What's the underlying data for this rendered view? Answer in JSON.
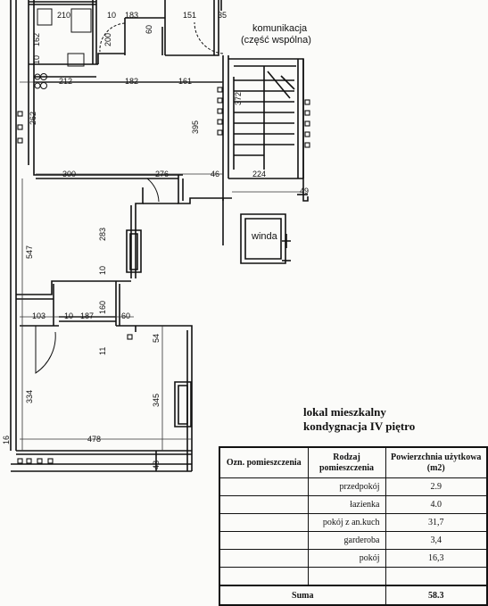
{
  "plan": {
    "labels": {
      "komunikacja": "komunikacja",
      "czesc_wspolna": "(część wspólna)",
      "winda": "winda"
    },
    "dimensions": {
      "d210": "210",
      "d10a": "10",
      "d183": "183",
      "d151": "151",
      "d35": "35",
      "d200": "200",
      "d60a": "60",
      "d162": "162",
      "d10b": "10",
      "d212": "212",
      "d182": "182",
      "d161": "161",
      "d262": "262",
      "d395": "395",
      "d300": "300",
      "d276": "276",
      "d46": "46",
      "d224": "224",
      "d49": "49",
      "d283": "283",
      "d547": "547",
      "d10c": "10",
      "d103": "103",
      "d10d": "10",
      "d187": "187",
      "d160": "160",
      "d60b": "60",
      "d54": "54",
      "d11": "11",
      "d334": "334",
      "d345": "345",
      "d478": "478",
      "d48": "48",
      "d16": "16"
    }
  },
  "heading": {
    "line1": "lokal mieszkalny",
    "line2": "kondygnacja IV piętro"
  },
  "table": {
    "headers": [
      "Ozn. pomieszczenia",
      "Rodzaj pomieszczenia",
      "Powierzchnia użytkowa (m2)"
    ],
    "rows": [
      {
        "type": "przedpokój",
        "area": "2.9"
      },
      {
        "type": "łazienka",
        "area": "4.0"
      },
      {
        "type": "pokój z an.kuch",
        "area": "31,7"
      },
      {
        "type": "garderoba",
        "area": "3,4"
      },
      {
        "type": "pokój",
        "area": "16,3"
      },
      {
        "type": "",
        "area": ""
      }
    ],
    "sum_label": "Suma",
    "sum_value": "58.3"
  }
}
